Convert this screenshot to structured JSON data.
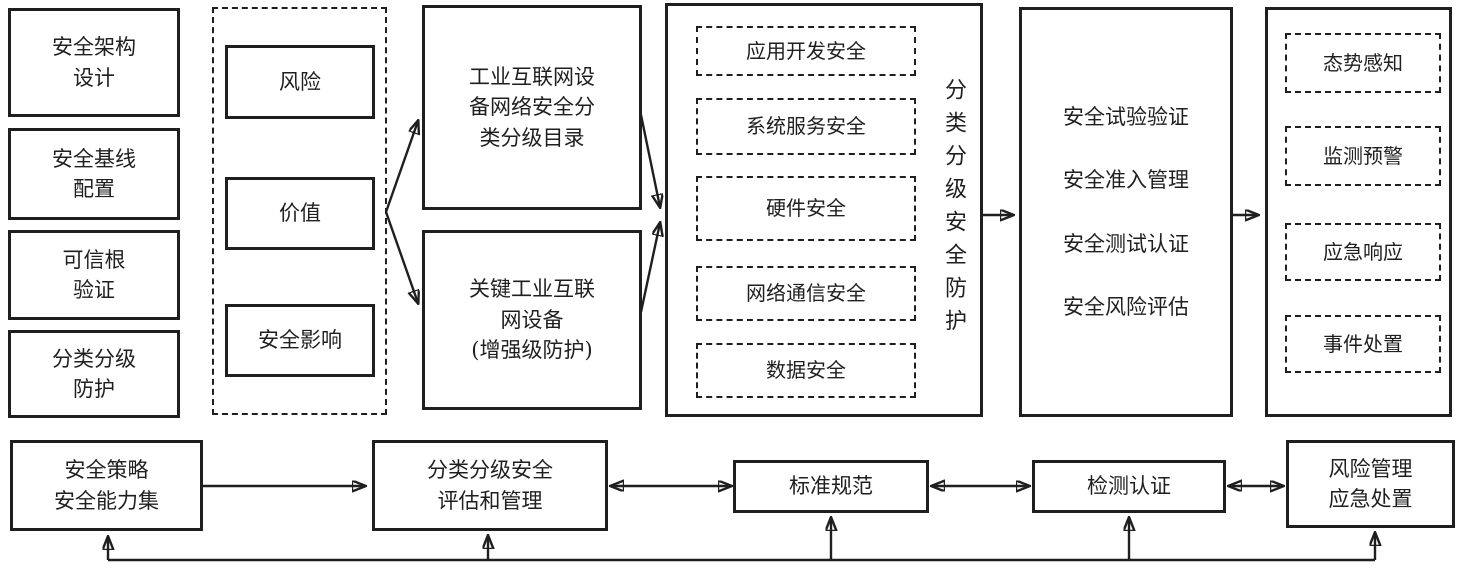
{
  "colors": {
    "ink": "#1f1f1f",
    "background": "#ffffff"
  },
  "top": {
    "capabilities": [
      "安全架构\n设计",
      "安全基线\n配置",
      "可信根\n验证",
      "分类分级\n防护"
    ],
    "grading_factors": [
      "风险",
      "价值",
      "安全影响"
    ],
    "catalog": [
      "工业互联网设\n备网络安全分\n类分级目录",
      "关键工业互联\n网设备\n(增强级防护)"
    ],
    "protection_items": [
      "应用开发安全",
      "系统服务安全",
      "硬件安全",
      "网络通信安全",
      "数据安全"
    ],
    "protection_side_label": "分类分级安全防护",
    "assurance_lines": [
      "安全试验验证",
      "安全准入管理",
      "安全测试认证",
      "安全风险评估"
    ],
    "operation_items": [
      "态势感知",
      "监测预警",
      "应急响应",
      "事件处置"
    ]
  },
  "bottom": {
    "boxes": [
      "安全策略\n安全能力集",
      "分类分级安全\n评估和管理",
      "标准规范",
      "检测认证",
      "风险管理\n应急处置"
    ]
  }
}
